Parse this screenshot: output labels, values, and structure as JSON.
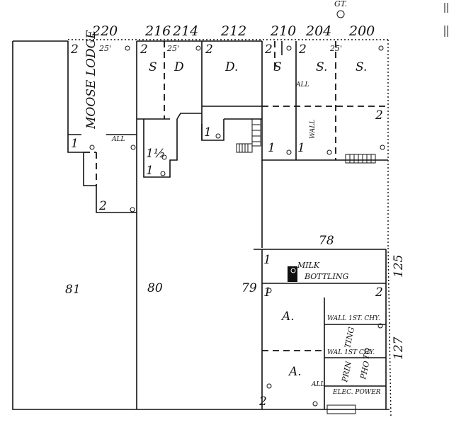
{
  "street_numbers": {
    "n220": "220",
    "n216": "216",
    "n214": "214",
    "n212": "212",
    "n210": "210",
    "n204": "204",
    "n200": "200"
  },
  "lots": {
    "lot81": "81",
    "lot80": "80",
    "lot79": "79",
    "lot78": "78",
    "n125": "125",
    "n127": "127"
  },
  "buildings": {
    "moose_lodge": "MOOSE LODGE",
    "milk_bottling": "MILK BOTTLING",
    "milk_word": "MILK",
    "bottling_word": "BOTTLING",
    "printing_a": "PRIN",
    "printing_b": "TING",
    "photo_a": "PHO",
    "photo_b": "TO",
    "elec_power": "ELEC. POWER",
    "wall_1st_chy": "WALL 1ST. CHY.",
    "wall_1st_chy_2": "WAL  1ST CHY.",
    "wall_label": "WALL"
  },
  "codes": {
    "s": "S",
    "s2": "S.",
    "d": "D",
    "d2": "D.",
    "a": "A.",
    "all": "ALL",
    "gr": "GT."
  },
  "stories": {
    "two": "2",
    "one": "1",
    "one_half": "1½",
    "dim25": "25'"
  },
  "colors": {
    "ink": "#111111",
    "paper": "#ffffff"
  }
}
